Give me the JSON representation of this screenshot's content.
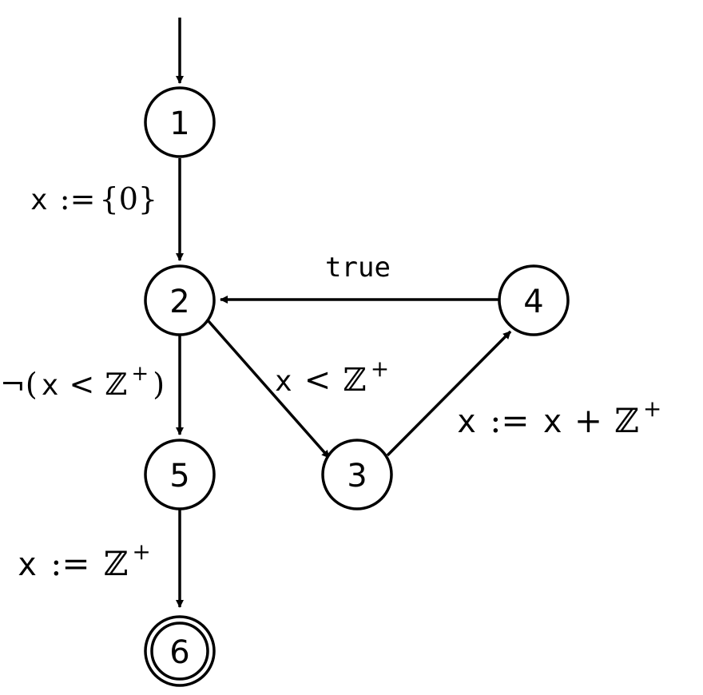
{
  "colors": {
    "stroke": "#000000",
    "background": "#ffffff"
  },
  "nodes": [
    {
      "id": "1",
      "label": "1",
      "accepting": false,
      "initial": true
    },
    {
      "id": "2",
      "label": "2",
      "accepting": false,
      "initial": false
    },
    {
      "id": "3",
      "label": "3",
      "accepting": false,
      "initial": false
    },
    {
      "id": "4",
      "label": "4",
      "accepting": false,
      "initial": false
    },
    {
      "id": "5",
      "label": "5",
      "accepting": false,
      "initial": false
    },
    {
      "id": "6",
      "label": "6",
      "accepting": true,
      "initial": false
    }
  ],
  "edges": {
    "e1_2": {
      "from": "1",
      "to": "2",
      "var": "x",
      "op": ":=",
      "value": "{0}"
    },
    "e4_2": {
      "from": "4",
      "to": "2",
      "label": "true"
    },
    "e2_3": {
      "from": "2",
      "to": "3",
      "var": "x",
      "op": "<",
      "value": "ℤ",
      "sup": "+"
    },
    "e3_4": {
      "from": "3",
      "to": "4",
      "var": "x",
      "op": ":=",
      "var2": "x",
      "op2": "+",
      "value": "ℤ",
      "sup": "+"
    },
    "e2_5": {
      "from": "2",
      "to": "5",
      "neg": "¬(",
      "var": "x",
      "op": "<",
      "value": "ℤ",
      "sup": "+",
      "close": ")"
    },
    "e5_6": {
      "from": "5",
      "to": "6",
      "var": "x",
      "op": ":=",
      "value": "ℤ",
      "sup": "+"
    }
  }
}
